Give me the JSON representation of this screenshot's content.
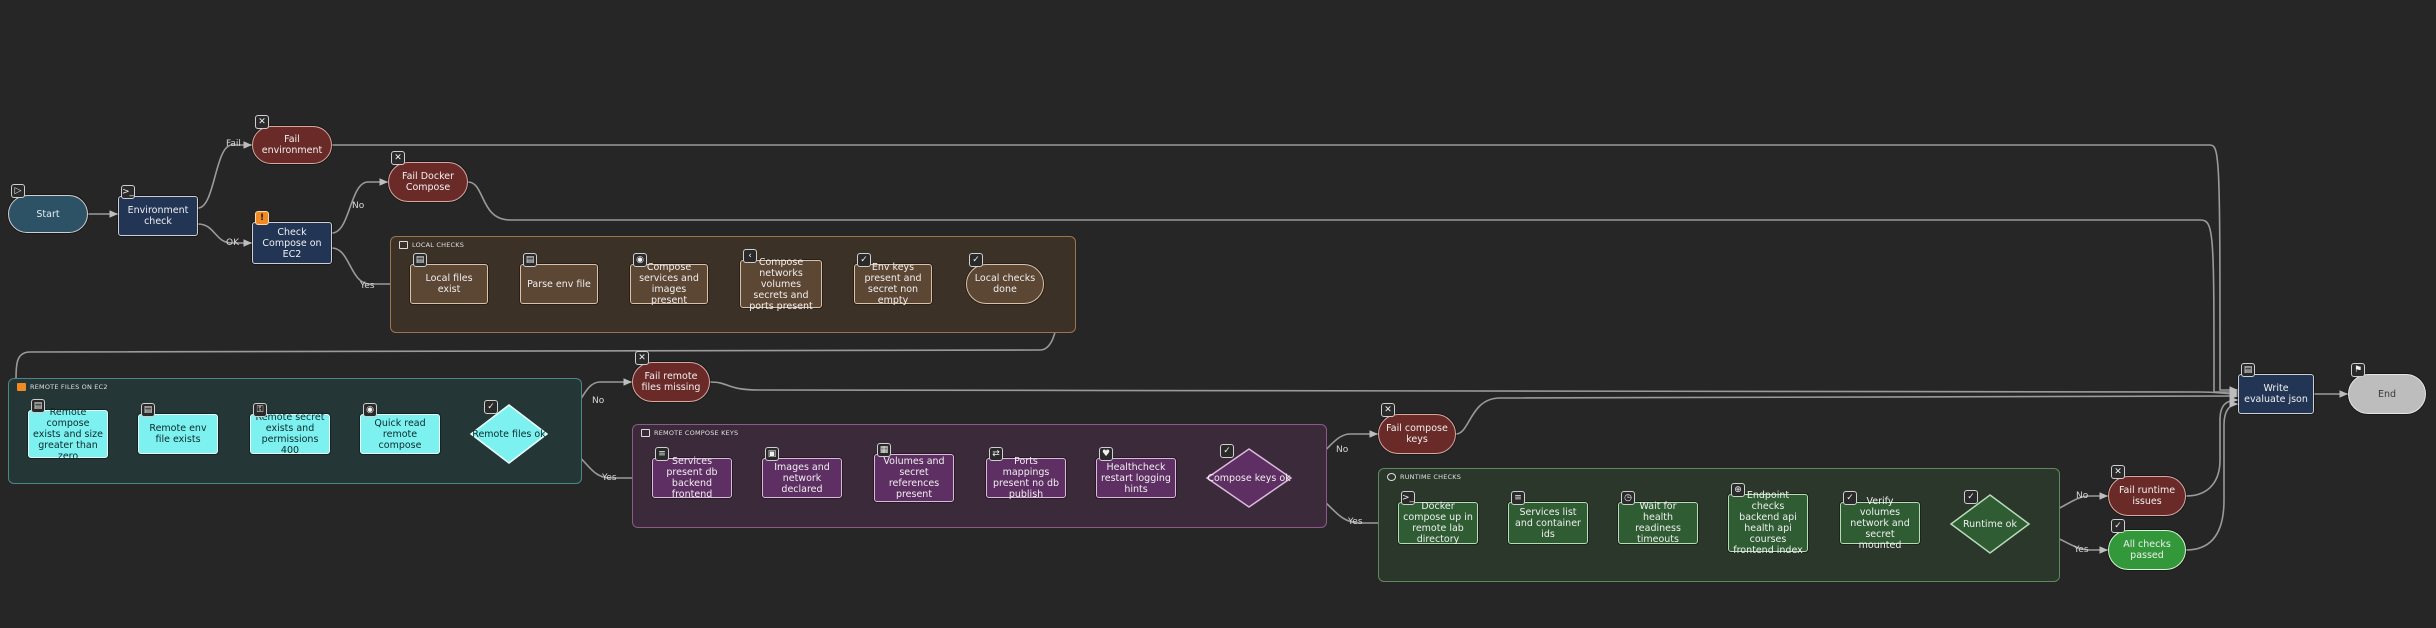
{
  "groups": {
    "local": "LOCAL CHECKS",
    "remote": "REMOTE FILES ON EC2",
    "keys": "REMOTE COMPOSE KEYS",
    "runtime": "RUNTIME CHECKS"
  },
  "nodes": {
    "start": "Start",
    "env_check": "Environment check",
    "fail_env": "Fail environment",
    "fail_docker": "Fail Docker Compose",
    "check_compose": "Check Compose on EC2",
    "local_files": "Local files exist",
    "parse_env": "Parse env file",
    "compose_services": "Compose services and images present",
    "compose_networks": "Compose networks volumes secrets and ports present",
    "env_keys": "Env keys present and secret non empty",
    "local_done": "Local checks done",
    "fail_remote": "Fail remote files missing",
    "remote_compose": "Remote compose exists and size greater than zero",
    "remote_env": "Remote env file exists",
    "remote_secret": "Remote secret exists and permissions 400",
    "quick_read": "Quick read remote compose",
    "remote_ok": "Remote files ok",
    "services_present": "Services present db backend frontend",
    "images_network": "Images and network declared",
    "volumes_secret": "Volumes and secret references present",
    "ports_mappings": "Ports mappings present no db publish",
    "healthcheck": "Healthcheck restart logging hints",
    "compose_keys_ok": "Compose keys ok",
    "fail_keys": "Fail compose keys",
    "docker_up": "Docker compose up in remote lab directory",
    "services_list": "Services list and container ids",
    "wait_health": "Wait for health readiness timeouts",
    "endpoint": "Endpoint checks backend api health api courses frontend index",
    "verify_vol": "Verify volumes network and secret mounted",
    "runtime_ok": "Runtime ok",
    "fail_runtime": "Fail runtime issues",
    "all_passed": "All checks passed",
    "write_eval": "Write evaluate json",
    "end": "End"
  },
  "edge_labels": {
    "fail": "Fail",
    "ok": "OK",
    "no": "No",
    "yes": "Yes"
  },
  "icons": {
    "start": "play-icon",
    "env_check": "terminal-icon",
    "fail": "close-icon",
    "check_compose": "warning-icon",
    "file": "file-icon",
    "eye": "eye-icon",
    "check": "check-icon",
    "code": "code-icon",
    "list": "list-icon",
    "terminal": "terminal-icon",
    "clock": "clock-icon",
    "globe": "globe-icon",
    "end": "flag-icon"
  }
}
